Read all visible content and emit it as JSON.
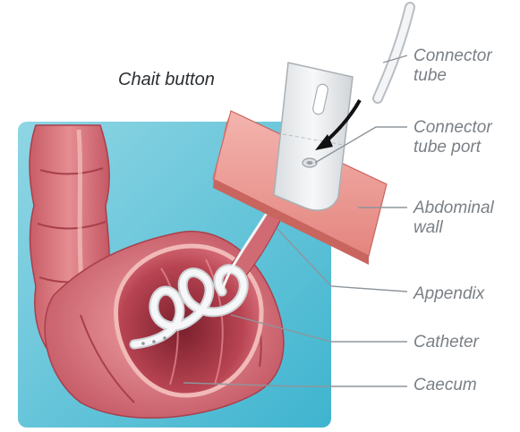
{
  "title": "Chait button",
  "labels": {
    "connector_tube": [
      "Connector",
      "tube"
    ],
    "connector_tube_port": [
      "Connector",
      "tube port"
    ],
    "abdominal_wall": [
      "Abdominal",
      "wall"
    ],
    "appendix": "Appendix",
    "catheter": "Catheter",
    "caecum": "Caecum"
  },
  "colors": {
    "background_panel": "#5ec3d8",
    "bowel": "#d97a7f",
    "abdominal_wall": "#eb9a96",
    "device": "#eef0f2",
    "label_text": "#7a8086",
    "leader_line": "#8e959b"
  }
}
